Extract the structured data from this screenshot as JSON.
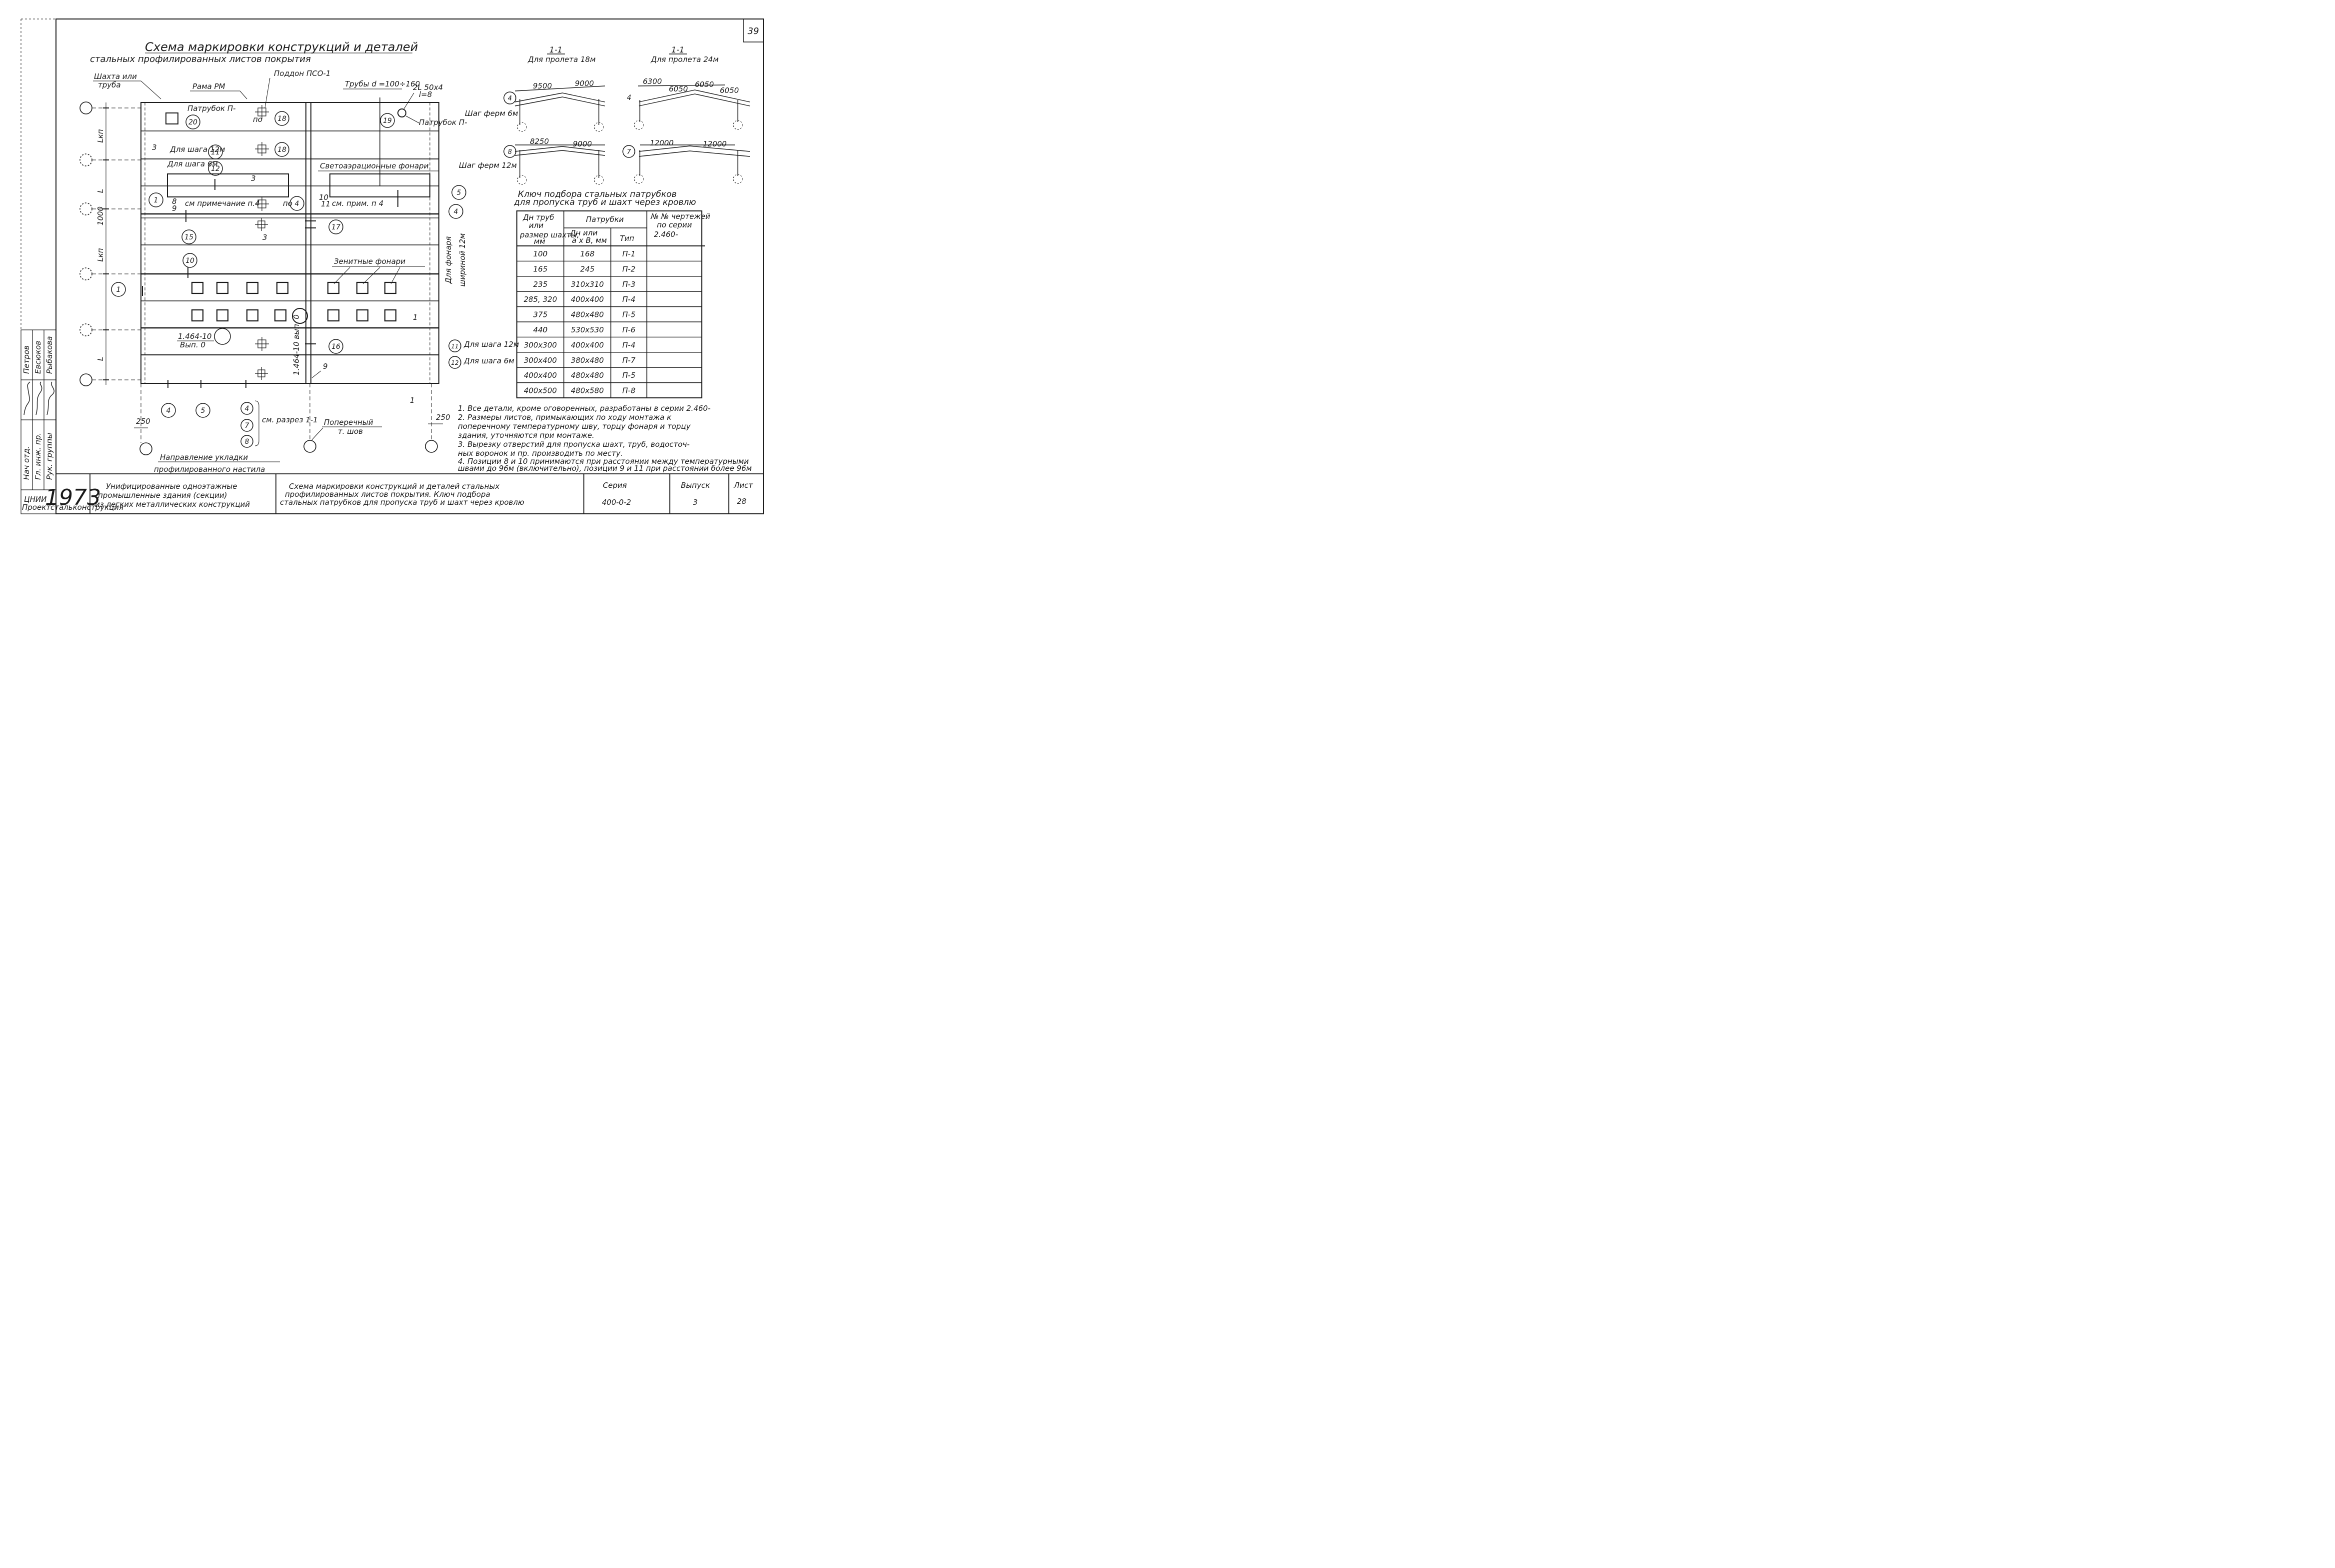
{
  "sheet_number": "39",
  "title": {
    "line1": "Схема маркировки конструкций и деталей",
    "line2": "стальных профилированных листов покрытия"
  },
  "plan_labels": {
    "shaft_or_pipe_1": "Шахта или",
    "shaft_or_pipe_2": "труба",
    "frame": "Рама РМ",
    "pallet": "Поддон ПСО-1",
    "pipes": "Трубы d =100÷160",
    "nozzle_top_left": "Патрубок П-",
    "nozzle_top_right": "Патрубок П-",
    "skylight_label": "Светоаэрационные фонари",
    "zenith_label": "Зенитные фонари",
    "for_step_12_inline": "Для шага 12м",
    "for_step_6_inline": "Для шага 6м",
    "see_note_4": "см примечание п.4",
    "see_note_4b": "см. прим. п 4",
    "lantern_width_1": "Для фонаря",
    "lantern_width_2": "шириной 12м",
    "bolt_note": "2L 50x4",
    "bolt_note2": "l=8",
    "ref_1464_a": "1.464-10",
    "ref_1464_b": "Вып. 0",
    "ref_1464_vert": "1.464-10 вып. 0",
    "section_mark": "1",
    "see_section": "см. разрез 1-1",
    "transverse_1": "Поперечный",
    "transverse_2": "т. шов",
    "direction_1": "Направление укладки",
    "direction_2": "профилированного настила",
    "dim_250_left": "250",
    "dim_250_right": "250",
    "lkp_top": "Lкп",
    "l_mid": "L",
    "dim_1000": "1000",
    "lkp_mid": "Lкп",
    "l_bottom": "L",
    "legend_11": "Для шага 12м",
    "legend_12": "Для шага 6м",
    "ten": "10",
    "eleven": "11",
    "ten_b": "10",
    "nine_a": "9",
    "nine_b": "9",
    "eight": "8",
    "three_a": "3",
    "three_b": "3",
    "three_c": "3",
    "po_a": "по",
    "po_b": "по"
  },
  "markers": {
    "m1": "1",
    "m1b": "1",
    "m4": "4",
    "m4b": "4",
    "m4c": "4",
    "m5": "5",
    "m5b": "5",
    "m7": "7",
    "m8": "8",
    "m10": "10",
    "m11": "11",
    "m12": "12",
    "m15": "15",
    "m16": "16",
    "m17": "17",
    "m18a": "18",
    "m18b": "18",
    "m19": "19",
    "m20": "20",
    "m11l": "11",
    "m12l": "12"
  },
  "sections": {
    "s18_title": "1-1",
    "s18_sub": "Для пролета 18м",
    "s24_title": "1-1",
    "s24_sub": "Для пролета 24м",
    "truss_6": "Шаг ферм 6м",
    "truss_12": "Шаг ферм 12м",
    "d9500": "9500",
    "d9000a": "9000",
    "d8250": "8250",
    "d9000b": "9000",
    "d6300": "6300",
    "d6050a": "6050",
    "d6050b": "6050",
    "d6050c": "6050",
    "d12000a": "12000",
    "d12000b": "12000",
    "mk4": "4",
    "mk8": "8",
    "mk4b": "4",
    "mk7": "7"
  },
  "key_table": {
    "caption1": "Ключ подбора стальных патрубков",
    "caption2": "для пропуска труб и шахт через кровлю",
    "h_pipe_1": "Дн труб",
    "h_pipe_2": "или",
    "h_pipe_3": "размер шахты,",
    "h_pipe_4": "мм",
    "h_nozzles": "Патрубки",
    "h_dn_1": "Дн или",
    "h_dn_2": "а х В, мм",
    "h_type": "Тип",
    "h_drw_1": "№ № чертежей",
    "h_drw_2": "по серии",
    "h_drw_3": "2.460-",
    "rows": [
      [
        "100",
        "168",
        "П-1"
      ],
      [
        "165",
        "245",
        "П-2"
      ],
      [
        "235",
        "310х310",
        "П-3"
      ],
      [
        "285, 320",
        "400х400",
        "П-4"
      ],
      [
        "375",
        "480х480",
        "П-5"
      ],
      [
        "440",
        "530х530",
        "П-6"
      ],
      [
        "300х300",
        "400х400",
        "П-4"
      ],
      [
        "300х400",
        "380х480",
        "П-7"
      ],
      [
        "400х400",
        "480х480",
        "П-5"
      ],
      [
        "400х500",
        "480х580",
        "П-8"
      ]
    ]
  },
  "notes": [
    "1. Все детали, кроме оговоренных, разработаны в серии 2.460-",
    "2. Размеры листов, примыкающих по ходу монтажа к",
    "поперечному температурному шву, торцу фонаря и торцу",
    "здания, уточняются при монтаже.",
    "3. Вырезку отверстий для пропуска шахт, труб, водосточ-",
    "ных воронок и пр. производить по месту.",
    "4. Позиции 8 и 10 принимаются при расстоянии между температурными",
    "швами до 96м (включительно), позиции 9 и 11 при расстоянии более 96м"
  ],
  "side_stamp": {
    "r1a": "Нач отд.",
    "r1b": "Петров",
    "r2a": "Гл. инж. пр.",
    "r2b": "Евсюков",
    "r3a": "Рук. группы",
    "r3b": "Рыбакова"
  },
  "title_block": {
    "org1": "ЦНИИ",
    "org2": "Проектстальконструкция",
    "year": "1973",
    "desc1": "Унифицированные одноэтажные",
    "desc2": "промышленные здания (секции)",
    "desc3": "из легких металлических конструкций",
    "sheet1": "Схема маркировки конструкций и деталей стальных",
    "sheet2": "профилированных листов покрытия. Ключ подбора",
    "sheet3": "стальных патрубков для пропуска труб и шахт через кровлю",
    "series_label": "Серия",
    "series_value": "400-0-2",
    "issue_label": "Выпуск",
    "issue_value": "3",
    "list_label": "Лист",
    "list_value": "28"
  }
}
